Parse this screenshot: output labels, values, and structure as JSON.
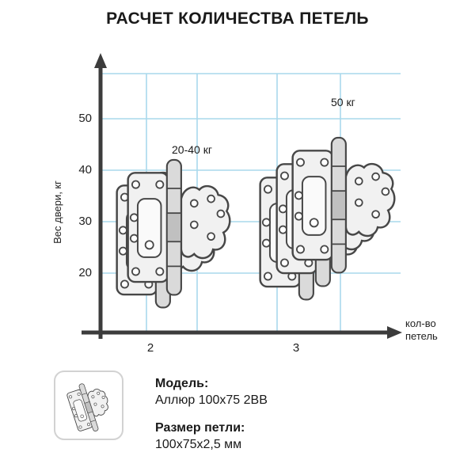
{
  "title": "РАСЧЕТ КОЛИЧЕСТВА ПЕТЕЛЬ",
  "chart": {
    "ylabel": "Вес двери, кг",
    "xlabel": "кол-во\nпетель",
    "y_ticks": [
      "50",
      "40",
      "30",
      "20"
    ],
    "x_ticks": [
      "2",
      "3"
    ],
    "annotations": {
      "two_hinges": "20-40 кг",
      "three_hinges": "50 кг"
    }
  },
  "info": {
    "model_label": "Модель:",
    "model_value": "Аллюр 100х75 2ВВ",
    "size_label": "Размер петли:",
    "size_value": "100х75х2,5 мм"
  },
  "icons": {
    "product_icon": "hinge-icon"
  },
  "colors": {
    "grid": "#a9d9ec",
    "axis": "#3c3c3c",
    "hinge_outline": "#474747",
    "hinge_fill": "#f1f1f1",
    "info_box_border": "#d2d2d2",
    "text": "#1a1a1a"
  },
  "chart_data": {
    "type": "scatter",
    "title": "РАСЧЕТ КОЛИЧЕСТВА ПЕТЕЛЬ",
    "xlabel": "кол-во петель",
    "ylabel": "Вес двери, кг",
    "x_ticks": [
      2,
      3
    ],
    "y_ticks": [
      20,
      30,
      40,
      50
    ],
    "ylim": [
      0,
      55
    ],
    "grid": true,
    "points": [
      {
        "hinges": 2,
        "label": "20-40 кг",
        "door_weight_min_kg": 20,
        "door_weight_max_kg": 40
      },
      {
        "hinges": 3,
        "label": "50 кг",
        "door_weight_max_kg": 50
      }
    ]
  }
}
